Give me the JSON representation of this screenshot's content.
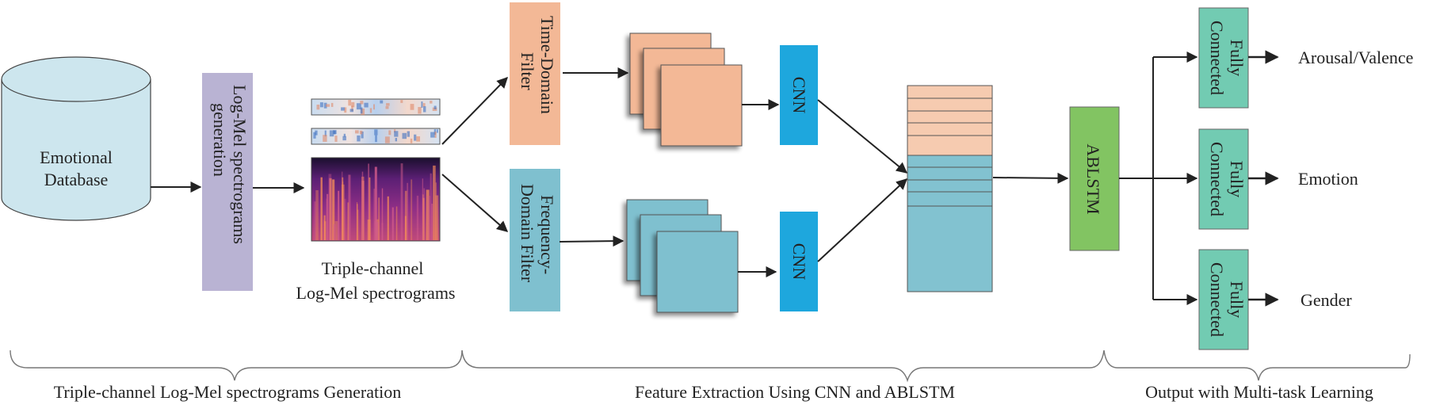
{
  "title": "Speech emotion recognition architecture: Triple-channel Log-Mel spectrograms, CNN + ABLSTM, multi-task outputs",
  "nodes": {
    "database": {
      "lines": [
        "Emotional",
        "Database"
      ],
      "color": "#cde6ee"
    },
    "logmel": {
      "label_lines": [
        "Log-Mel spectrograms",
        "generation"
      ],
      "color": "#b9b3d3"
    },
    "spectrogram_caption": {
      "lines": [
        "Triple-channel",
        "Log-Mel spectrograms"
      ]
    },
    "time_filter": {
      "label_lines": [
        "Time-Domain",
        "Filter"
      ],
      "color": "#f3b896"
    },
    "freq_filter": {
      "label_lines": [
        "Frequency-",
        "Domain Filter"
      ],
      "color": "#7fc0cf"
    },
    "cnn_top": {
      "label": "CNN",
      "color": "#1ea7dd"
    },
    "cnn_bottom": {
      "label": "CNN",
      "color": "#1ea7dd"
    },
    "feature_stack": {
      "top_color": "#f6cbb0",
      "bottom_color": "#82c2d0"
    },
    "ablstm": {
      "label": "ABLSTM",
      "color": "#82c462"
    },
    "fc_boxes": [
      {
        "label_lines": [
          "Fully",
          "Connected"
        ],
        "output": "Arousal/Valence"
      },
      {
        "label_lines": [
          "Fully",
          "Connected"
        ],
        "output": "Emotion"
      },
      {
        "label_lines": [
          "Fully",
          "Connected"
        ],
        "output": "Gender"
      }
    ],
    "fc_color": "#72cbb2"
  },
  "stages": [
    {
      "label": "Triple-channel Log-Mel spectrograms Generation"
    },
    {
      "label": "Feature Extraction Using CNN and ABLSTM"
    },
    {
      "label": "Output with Multi-task Learning"
    }
  ]
}
